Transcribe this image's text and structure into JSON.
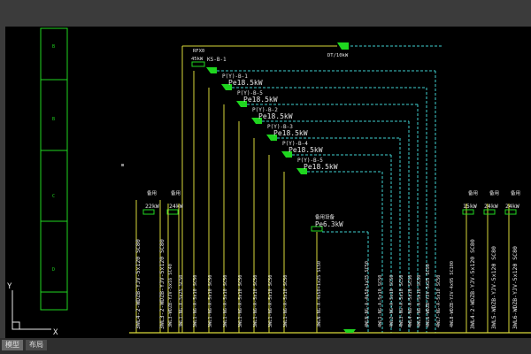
{
  "layout_tabs": [
    "模型",
    "布局"
  ],
  "ucs": {
    "y": "Y",
    "x": "X"
  },
  "ruler_labels": [
    "B",
    "B",
    "C",
    "D"
  ],
  "top": {
    "main": {
      "name": "RFX0",
      "power": "45kW"
    },
    "right": {
      "name": "DT/10kW"
    }
  },
  "feeders": [
    {
      "name": "KS-B-1",
      "power": "",
      "cable": "3WL1-NG-A-5x10 SC50"
    },
    {
      "name": "P(Y)-B-1",
      "power": "Pe18.5kW",
      "cable": "3WL1-NG-A-5x10 SC50"
    },
    {
      "name": "P(Y)-B-5",
      "power": "Pe18.5kW",
      "cable": "3WL1-NG-A-5x10 SC50"
    },
    {
      "name": "P(Y)-B-2",
      "power": "Pe18.5kW",
      "cable": "3WL1-NG-A-5x10 SC50"
    },
    {
      "name": "P(Y)-B-3",
      "power": "Pe18.5kW",
      "cable": "3WL1-NG-A-5x10 SC50"
    },
    {
      "name": "P(Y)-B-4",
      "power": "Pe18.5kW",
      "cable": "3WL1-NG-A-5x10 SC50"
    },
    {
      "name": "P(Y)-B-5",
      "power": "Pe18.5kW",
      "cable": "3WL1-NG-A-5x10 SC50"
    }
  ],
  "mid_feeder": {
    "name": "备用设备",
    "power": "Pe6.3kW",
    "cable": "3WLN-NG-A-4x50+1x25 SC50"
  },
  "left_units": [
    {
      "name": "备用",
      "power": "22kW",
      "cable": "3WL4-2-WDZB-YJV-5x120 SC80"
    },
    {
      "name": "备用",
      "power": "24kW",
      "cable": "3WL3-2-WDZB-YJV-5x120 SC80"
    }
  ],
  "left_extra_cables": [
    "3WL3-WDZB-YJV-5x16 SC40",
    "3WL1-NG-A-5x25 SC50"
  ],
  "right_units": [
    {
      "name": "备用",
      "power": "15kW",
      "cable": "3WL4-2-WDZB-YJV-5x120 SC80"
    },
    {
      "name": "备用",
      "power": "24kW",
      "cable": "3WL5-WDZB-YJV-5x120 SC80"
    },
    {
      "name": "备用",
      "power": "24kW",
      "cable": "3WL6-WDZB-YJV-5x120 SC80"
    }
  ],
  "extra_cables": [
    "4WLN-NG-A-4x50+1x25 SC50",
    "4WL1-NG-A-5x10 SC50",
    "4WL2-NG-A-5x10 SC50",
    "4WL3-NG-A-5x10 SC50",
    "4WL4-NG-A-5x10 SC50",
    "4WL5-NG-A-5x10 SC50",
    "4WL6-WDZB-YJV-5x25 SC50",
    "4WL7-NG-A-5x10 SC50",
    "4WL8-WDZB-YJV-4x95 SC100"
  ],
  "colors": {
    "yellow": "#d9d93a",
    "cyan": "#3fd0d0",
    "green": "#1fd61f",
    "white": "#e8e8e8",
    "canvas": "#000000"
  }
}
